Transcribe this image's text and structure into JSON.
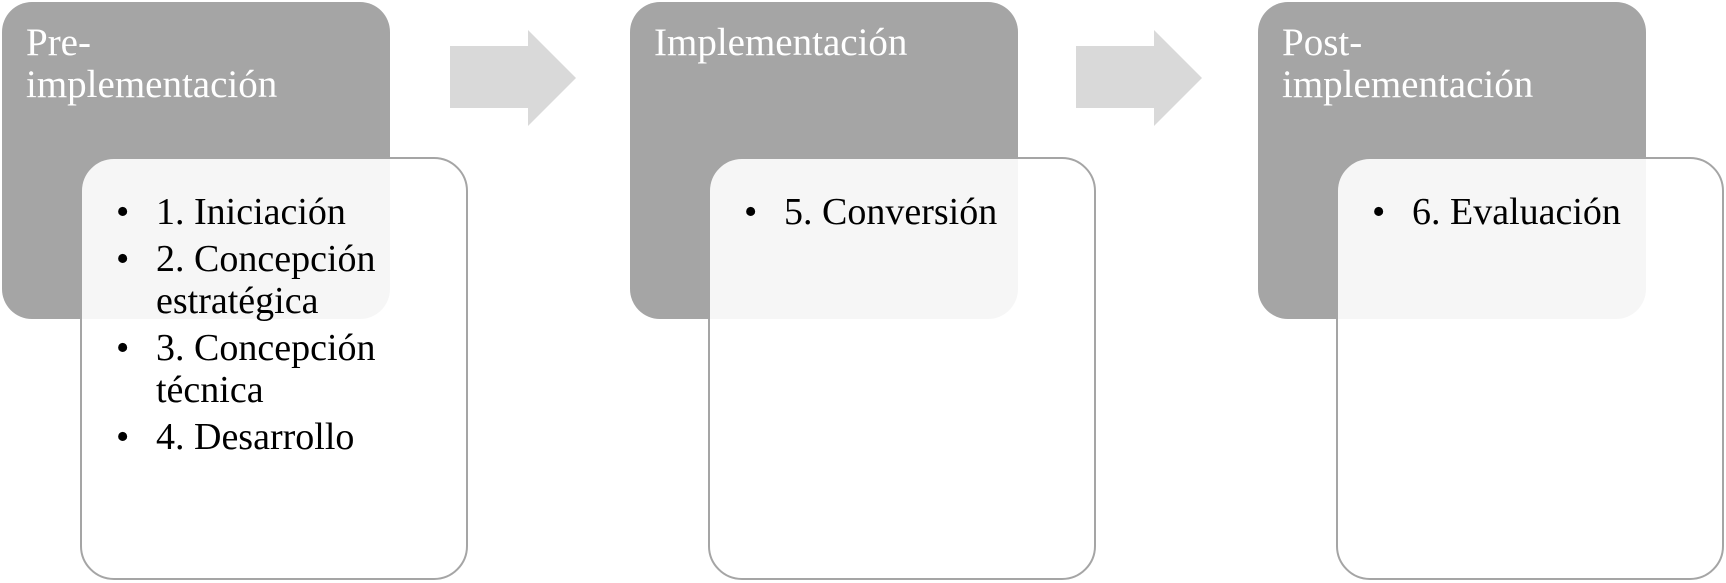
{
  "colors": {
    "header_fill": "#a5a5a5",
    "arrow_fill": "#d9d9d9",
    "border": "#a5a5a5"
  },
  "phases": [
    {
      "title": "Pre-implementación",
      "items": [
        "1. Iniciación",
        "2. Concepción estratégica",
        "3. Concepción técnica",
        "4. Desarrollo"
      ]
    },
    {
      "title": "Implementación",
      "items": [
        "5. Conversión"
      ]
    },
    {
      "title": "Post-implementación",
      "items": [
        "6. Evaluación"
      ]
    }
  ],
  "bullet_glyph": "•"
}
